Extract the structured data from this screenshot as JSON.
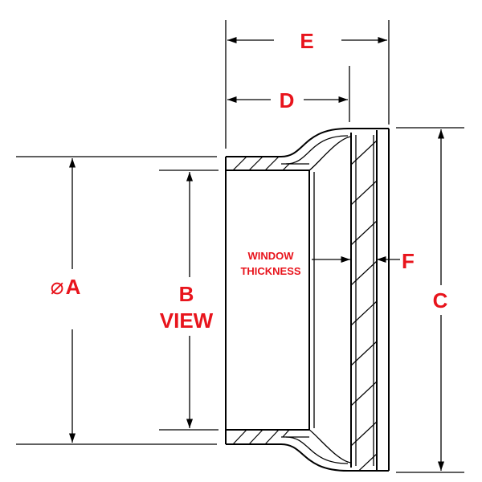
{
  "labels": {
    "e": "E",
    "d": "D",
    "a_symbol": "⌀",
    "a": "A",
    "b": "B",
    "view": "VIEW",
    "window_line1": "WINDOW",
    "window_line2": "THICKNESS",
    "f": "F",
    "c": "C"
  },
  "colors": {
    "label": "#e8141c",
    "line": "#000000",
    "background": "#ffffff"
  }
}
